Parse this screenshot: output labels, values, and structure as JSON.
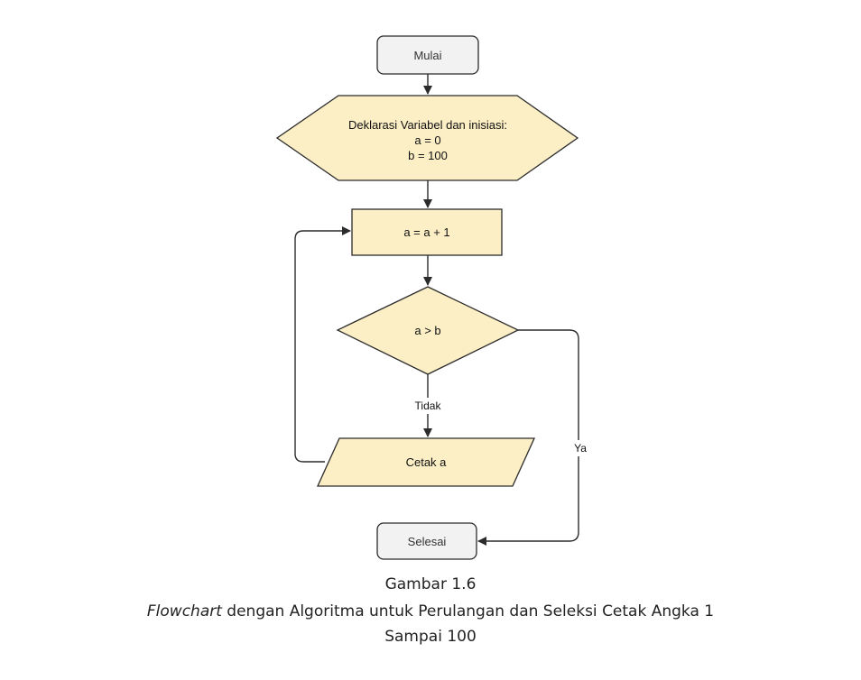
{
  "diagram": {
    "nodes": {
      "start": "Mulai",
      "declare": [
        "Deklarasi Variabel dan inisiasi:",
        "a = 0",
        "b = 100"
      ],
      "increment": "a = a + 1",
      "decision": "a > b",
      "output": "Cetak a",
      "end": "Selesai"
    },
    "edge_labels": {
      "no": "Tidak",
      "yes": "Ya"
    },
    "colors": {
      "process_fill": "#fcefc6",
      "terminal_fill": "#f2f2f2",
      "stroke": "#2b2b2b"
    }
  },
  "caption": {
    "number": "Gambar 1.6",
    "line2_italic": "Flowchart",
    "line2_rest": " dengan Algoritma untuk Perulangan dan Seleksi Cetak Angka 1",
    "line3": "Sampai 100"
  }
}
